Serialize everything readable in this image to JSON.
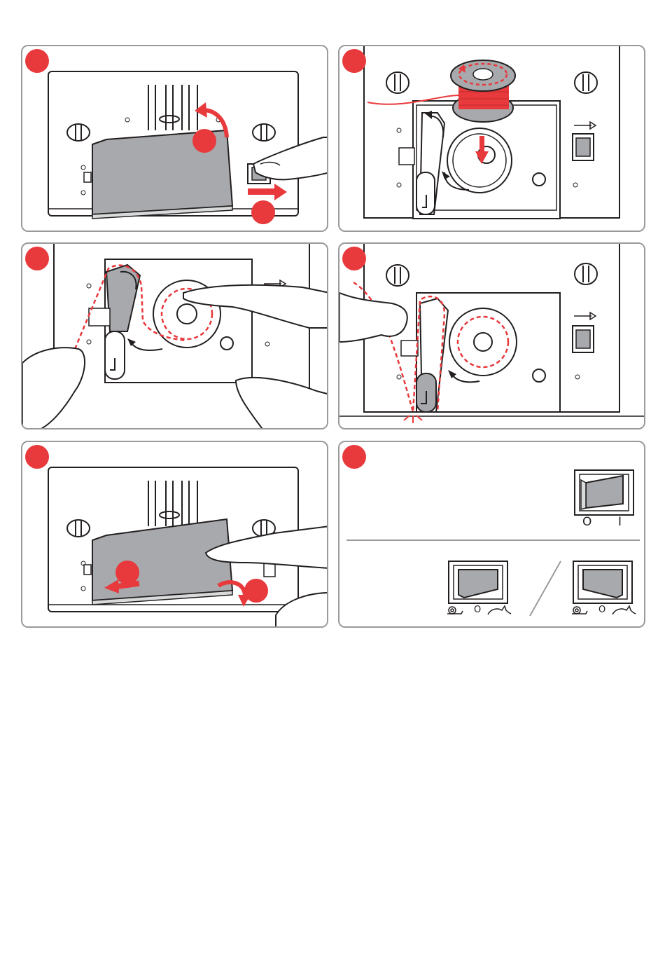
{
  "page": {
    "panels": [
      {
        "id": "remove-cover",
        "step_marker": "red-circle",
        "sub_markers": [
          "red-circle",
          "red-circle"
        ]
      },
      {
        "id": "insert-bobbin",
        "step_marker": "red-circle"
      },
      {
        "id": "guide-thread",
        "step_marker": "red-circle"
      },
      {
        "id": "cut-thread",
        "step_marker": "red-circle"
      },
      {
        "id": "replace-cover",
        "step_marker": "red-circle",
        "sub_markers": [
          "red-circle",
          "red-circle"
        ]
      },
      {
        "id": "switches",
        "step_marker": "red-circle"
      }
    ],
    "power_switch": {
      "off_symbol": "O",
      "on_symbol": "I"
    },
    "speed_switch": {
      "center_symbol": "O",
      "left_icon": "snail-icon",
      "right_icon": "rabbit-icon"
    },
    "colors": {
      "accent": "#e8393c",
      "thread": "#e8393c",
      "cover_gray": "#a7a9ac",
      "line": "#231f20",
      "panel_border": "#9a9a9a"
    }
  }
}
